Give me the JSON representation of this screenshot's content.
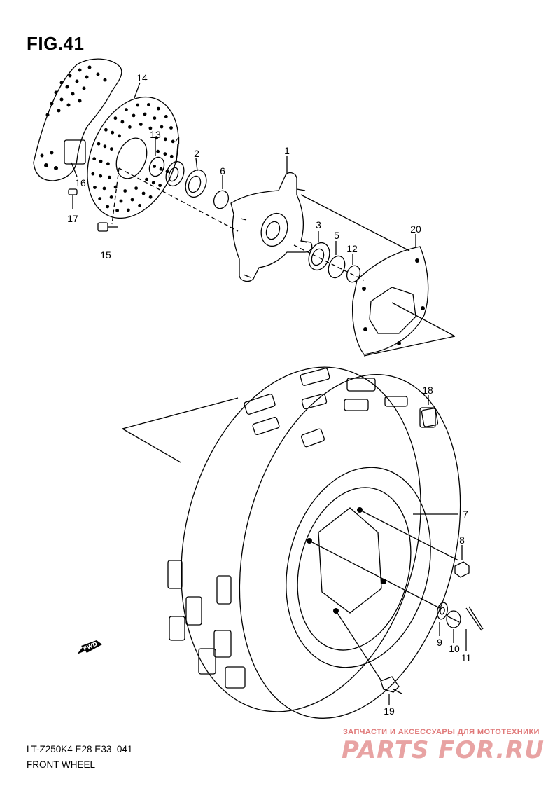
{
  "figure": {
    "title": "FIG.41"
  },
  "callouts": [
    {
      "id": "1",
      "label": "1"
    },
    {
      "id": "2",
      "label": "2"
    },
    {
      "id": "3",
      "label": "3"
    },
    {
      "id": "4",
      "label": "4"
    },
    {
      "id": "5",
      "label": "5"
    },
    {
      "id": "6",
      "label": "6"
    },
    {
      "id": "7",
      "label": "7"
    },
    {
      "id": "8",
      "label": "8"
    },
    {
      "id": "9",
      "label": "9"
    },
    {
      "id": "10",
      "label": "10"
    },
    {
      "id": "11",
      "label": "11"
    },
    {
      "id": "12",
      "label": "12"
    },
    {
      "id": "13",
      "label": "13"
    },
    {
      "id": "14",
      "label": "14"
    },
    {
      "id": "15",
      "label": "15"
    },
    {
      "id": "16",
      "label": "16"
    },
    {
      "id": "17",
      "label": "17"
    },
    {
      "id": "18",
      "label": "18"
    },
    {
      "id": "19",
      "label": "19"
    },
    {
      "id": "20",
      "label": "20"
    }
  ],
  "fwd_marker": "FWD",
  "footer": {
    "model_code": "LT-Z250K4 E28 E33_041",
    "section_name": "FRONT WHEEL"
  },
  "watermark": {
    "tagline": "ЗАПЧАСТИ И АКСЕССУАРЫ ДЛЯ МОТОТЕХНИКИ",
    "logo": "PARTS FOR.RU"
  }
}
